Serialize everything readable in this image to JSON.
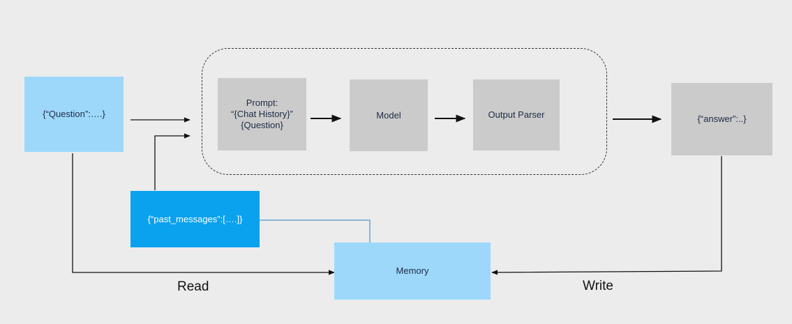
{
  "input": {
    "label": "{“Question”:….}"
  },
  "chain": {
    "prompt": {
      "label": "Prompt:\n“{Chat History}”\n{Question}"
    },
    "model": {
      "label": "Model"
    },
    "parser": {
      "label": "Output Parser"
    }
  },
  "output": {
    "label": "{“answer”:..}"
  },
  "past_messages": {
    "label": "{“past_messages”:[….]}"
  },
  "memory": {
    "label": "Memory"
  },
  "edges": {
    "read_label": "Read",
    "write_label": "Write"
  },
  "colors": {
    "light_blue": "#9dd8fb",
    "grey": "#cbcbcb",
    "bright_blue": "#0aa1ef",
    "connector_blue": "#2a7fc8",
    "line": "#111111",
    "background": "#ececec"
  }
}
